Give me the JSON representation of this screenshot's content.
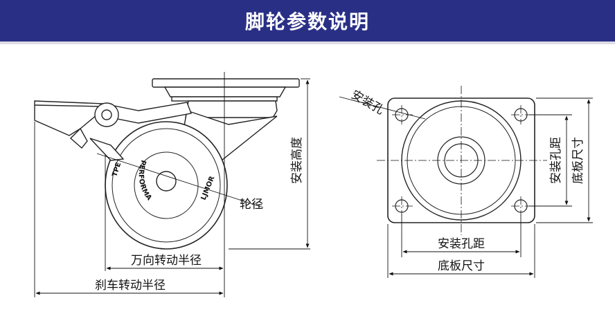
{
  "header": {
    "title": "脚轮参数说明",
    "bg_color": "#2a2f86",
    "text_color": "#ffffff"
  },
  "side_view": {
    "label_mount_height": "安装高度",
    "label_wheel_diameter": "轮径",
    "label_swivel_radius": "万向转动半径",
    "label_brake_radius": "刹车转动半径",
    "wheel_text_brand": "PERFORMA",
    "wheel_text_a": "TPE",
    "wheel_text_b": "LJMOR"
  },
  "top_view": {
    "label_mount_hole": "安装孔",
    "label_hole_distance_horizontal": "安装孔距",
    "label_plate_size_horizontal": "底板尺寸",
    "label_hole_distance_vertical": "安装孔距",
    "label_plate_size_vertical": "底板尺寸"
  }
}
